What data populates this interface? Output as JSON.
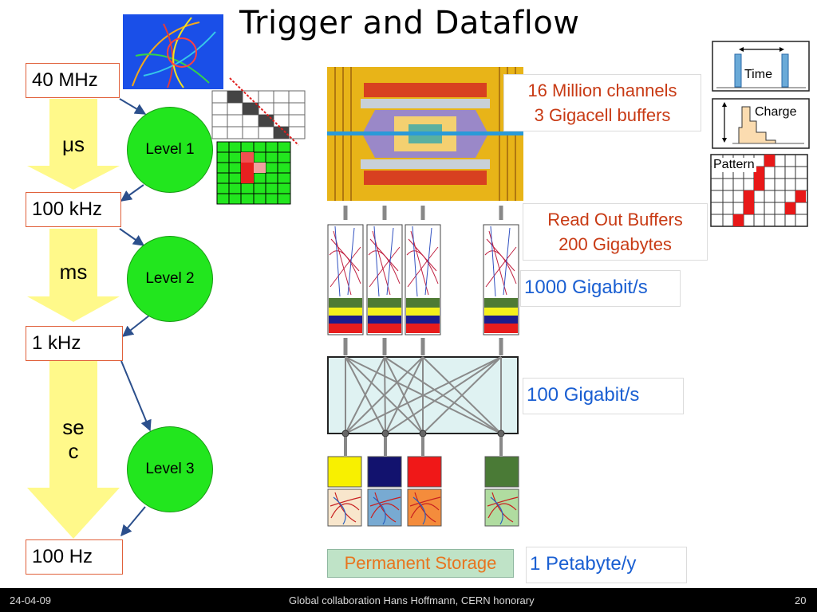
{
  "slide": {
    "title": "Trigger and Dataflow",
    "rates": [
      "40 MHz",
      "100 kHz",
      "1 kHz",
      "100 Hz"
    ],
    "time_scales": [
      "μs",
      "ms",
      "se\nc"
    ],
    "levels": [
      "Level 1",
      "Level 2",
      "Level 3"
    ],
    "channels_label": "16 Million channels\n3 Gigacell buffers",
    "buffers_label": "Read Out Buffers\n200 Gigabytes",
    "bandwidth_1": "1000 Gigabit/s",
    "bandwidth_2": "100 Gigabit/s",
    "storage_label": "Permanent Storage",
    "storage_rate": "1 Petabyte/y",
    "insets": {
      "time": "Time",
      "charge": "Charge",
      "pattern": "Pattern"
    },
    "footer": {
      "date": "24-04-09",
      "credit": "Global collaboration Hans Hoffmann, CERN honorary",
      "page": "20"
    },
    "colors": {
      "level": "#22e61e",
      "arrow": "#fff98a",
      "red_text": "#c83a14",
      "blue_text": "#1a5fd2",
      "storage_text": "#e8741e"
    }
  }
}
